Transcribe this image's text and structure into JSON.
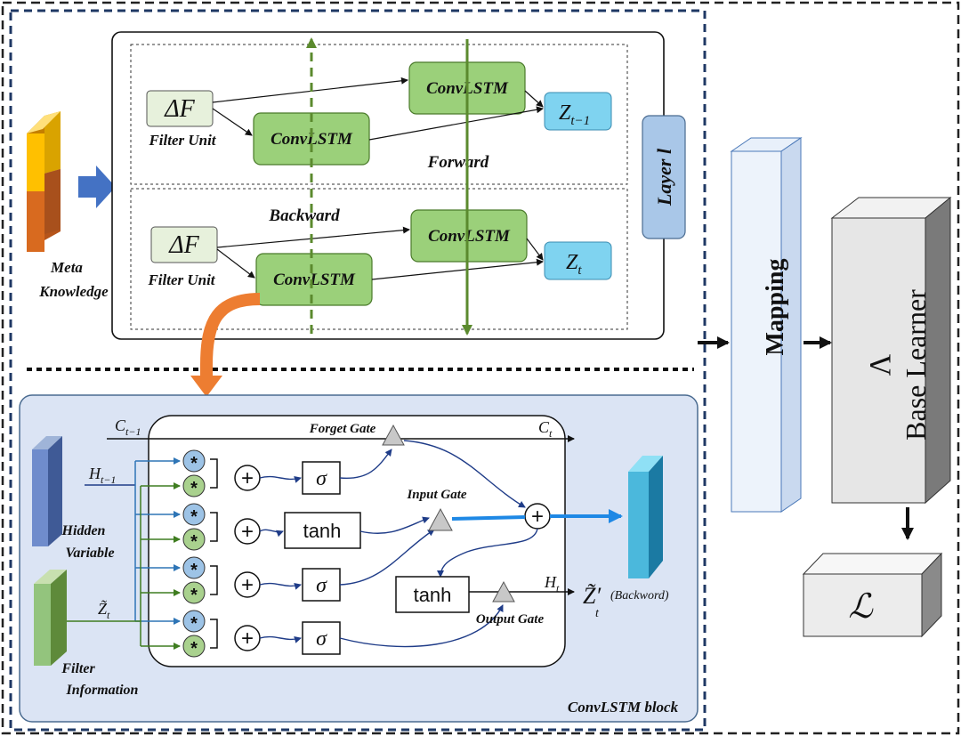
{
  "meta": {
    "meta_knowledge": [
      "Meta",
      "Knowledge"
    ]
  },
  "bilstm": {
    "forward": "Forward",
    "backward": "Backward",
    "layer": "Layer l",
    "convlstm": "ConvLSTM",
    "filter_unit": "Filter Unit",
    "delta_f": "ΔF",
    "z_prev": "Z",
    "z_prev_sub": "t−1",
    "z_cur": "Z",
    "z_cur_sub": "t"
  },
  "right": {
    "mapping": "Mapping",
    "base_learner": "Base Learner",
    "lambda": "Λ",
    "loss": "ℒ"
  },
  "block": {
    "title": "ConvLSTM block",
    "c_prev": "C",
    "c_prev_sub": "t−1",
    "c_cur": "C",
    "c_cur_sub": "t",
    "h_prev": "H",
    "h_prev_sub": "t−1",
    "h_cur": "H",
    "h_cur_sub": "t",
    "z_tilde": "Z̃",
    "z_tilde_sub": "t",
    "forget_gate": "Forget Gate",
    "input_gate": "Input Gate",
    "output_gate": "Output Gate",
    "hidden_variable": [
      "Hidden",
      "Variable"
    ],
    "filter_information": [
      "Filter",
      "Information"
    ],
    "sigma": "σ",
    "tanh": "tanh",
    "plus": "+",
    "star": "*",
    "output_z": "Z̃′",
    "output_z_sub": "t",
    "output_sup": "(Backword)"
  },
  "colors": {
    "green_box": "#9bd07a",
    "light_green": "#e7f1dc",
    "cyan_box": "#7fd3f0",
    "blue_panel": "#dbe4f4",
    "layer_box": "#a9c7e8",
    "arrow_green": "#5b8a2e",
    "arrow_blue": "#1e88e5",
    "arrow_orange": "#ed7d31",
    "arrow_meta": "#4472c4",
    "dash_navy": "#1f3864"
  }
}
